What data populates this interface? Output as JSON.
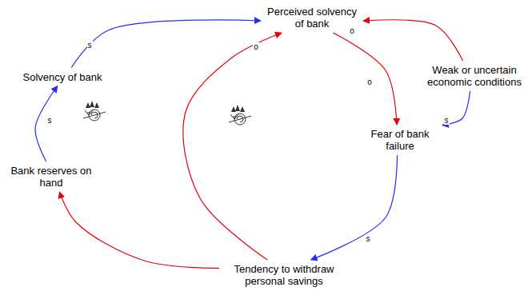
{
  "diagram": {
    "nodes": [
      {
        "text": [
          "Perceived solvency of bank"
        ]
      },
      {
        "text": [
          "Solvency of bank"
        ]
      },
      {
        "text": [
          "Weak or uncertain economic conditions"
        ]
      },
      {
        "text": [
          "Fear of bank failure"
        ]
      },
      {
        "text": [
          "Bank reserves on hand"
        ]
      },
      {
        "text": [
          "Tendency to withdraw personal savings"
        ]
      }
    ],
    "edges": [
      {
        "from": 1,
        "to": 0,
        "arrow": "to",
        "label": "s"
      },
      {
        "from": 2,
        "to": 0,
        "arrow": "to",
        "label": "o"
      },
      {
        "from": 0,
        "to": 3,
        "arrow": "to",
        "label": "o"
      },
      {
        "from": 2,
        "to": 3,
        "arrow": "to",
        "label": "s"
      },
      {
        "from": 3,
        "to": 5,
        "arrow": "to",
        "label": "s"
      },
      {
        "from": 5,
        "to": 0,
        "arrow": "to",
        "label": "o"
      },
      {
        "from": 5,
        "to": 4,
        "arrow": "to"
      },
      {
        "from": 4,
        "to": 1,
        "arrow": "to",
        "label": "s"
      }
    ]
  }
}
